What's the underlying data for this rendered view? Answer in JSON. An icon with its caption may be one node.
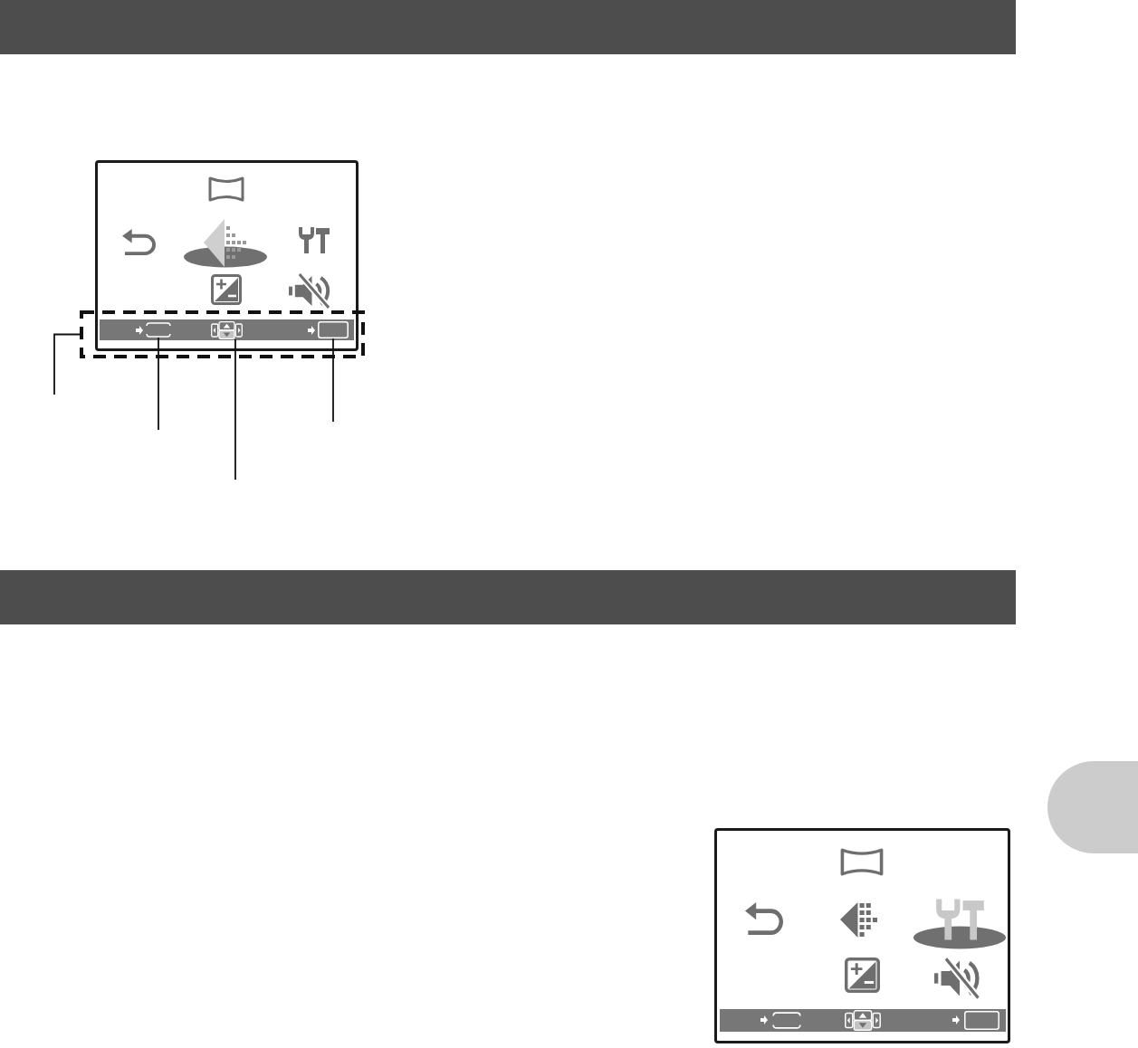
{
  "diagram": {
    "nodes": [
      {
        "text": [],
        "shape": "box"
      },
      {
        "text": [],
        "shape": "box",
        "in": 0
      },
      {
        "text": [],
        "shape": "picture",
        "in": 0
      },
      {
        "text": [],
        "shape": "box",
        "in": 0
      },
      {
        "text": [],
        "shape": "box"
      }
    ],
    "edges": [
      {
        "from": null,
        "to": 0,
        "arrow": "none"
      },
      {
        "from": null,
        "to": 1,
        "arrow": "none"
      },
      {
        "from": null,
        "to": 2,
        "arrow": "none"
      },
      {
        "from": null,
        "to": 3,
        "arrow": "none"
      }
    ]
  }
}
